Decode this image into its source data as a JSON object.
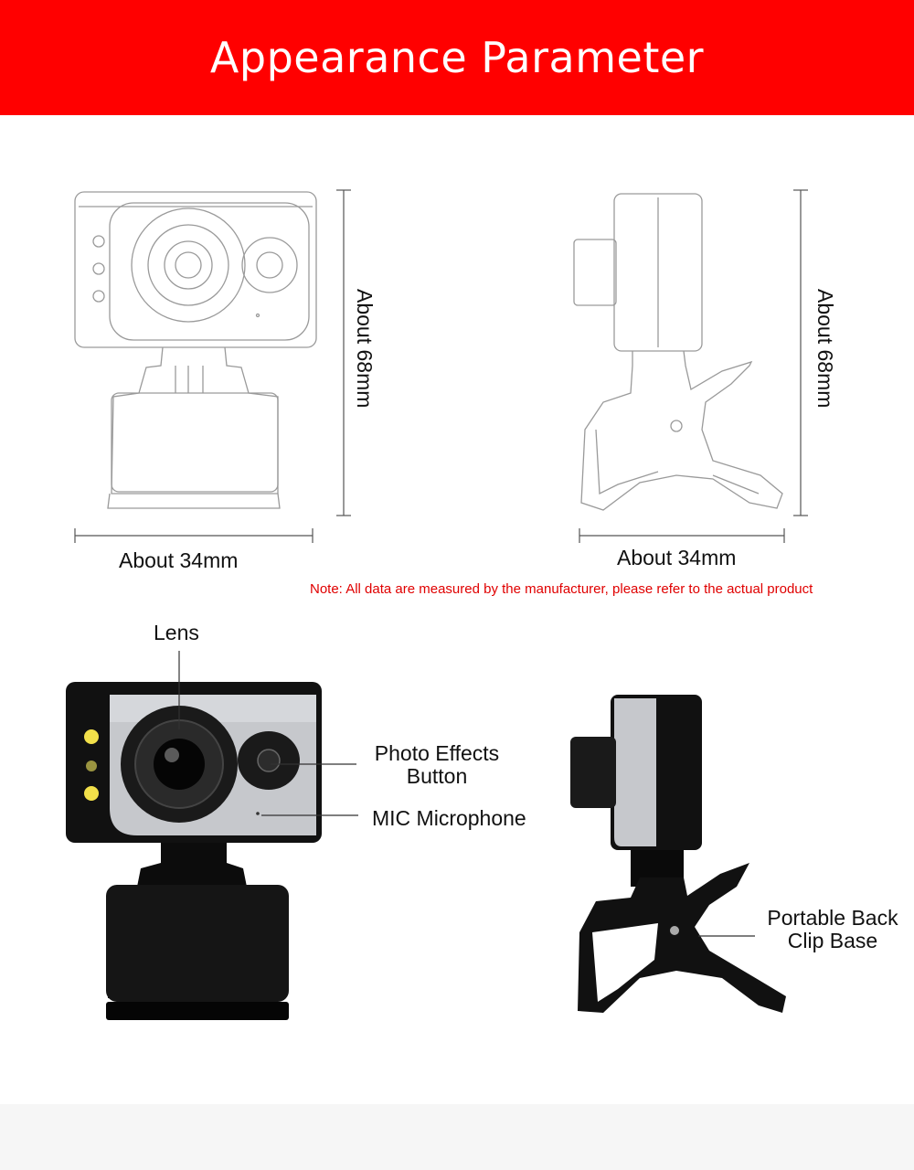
{
  "header": {
    "title": "Appearance Parameter"
  },
  "dimensions": {
    "front_width": "About 34mm",
    "front_height": "About 68mm",
    "side_width": "About 34mm",
    "side_height": "About 68mm"
  },
  "note": "Note: All data are measured by the manufacturer, please refer to the actual product",
  "callouts": {
    "lens": "Lens",
    "photo_button_line1": "Photo Effects",
    "photo_button_line2": "Button",
    "mic": "MIC Microphone",
    "clip_line1": "Portable Back",
    "clip_line2": "Clip Base"
  },
  "colors": {
    "header_bg": "#ff0000",
    "note": "#e00000"
  }
}
